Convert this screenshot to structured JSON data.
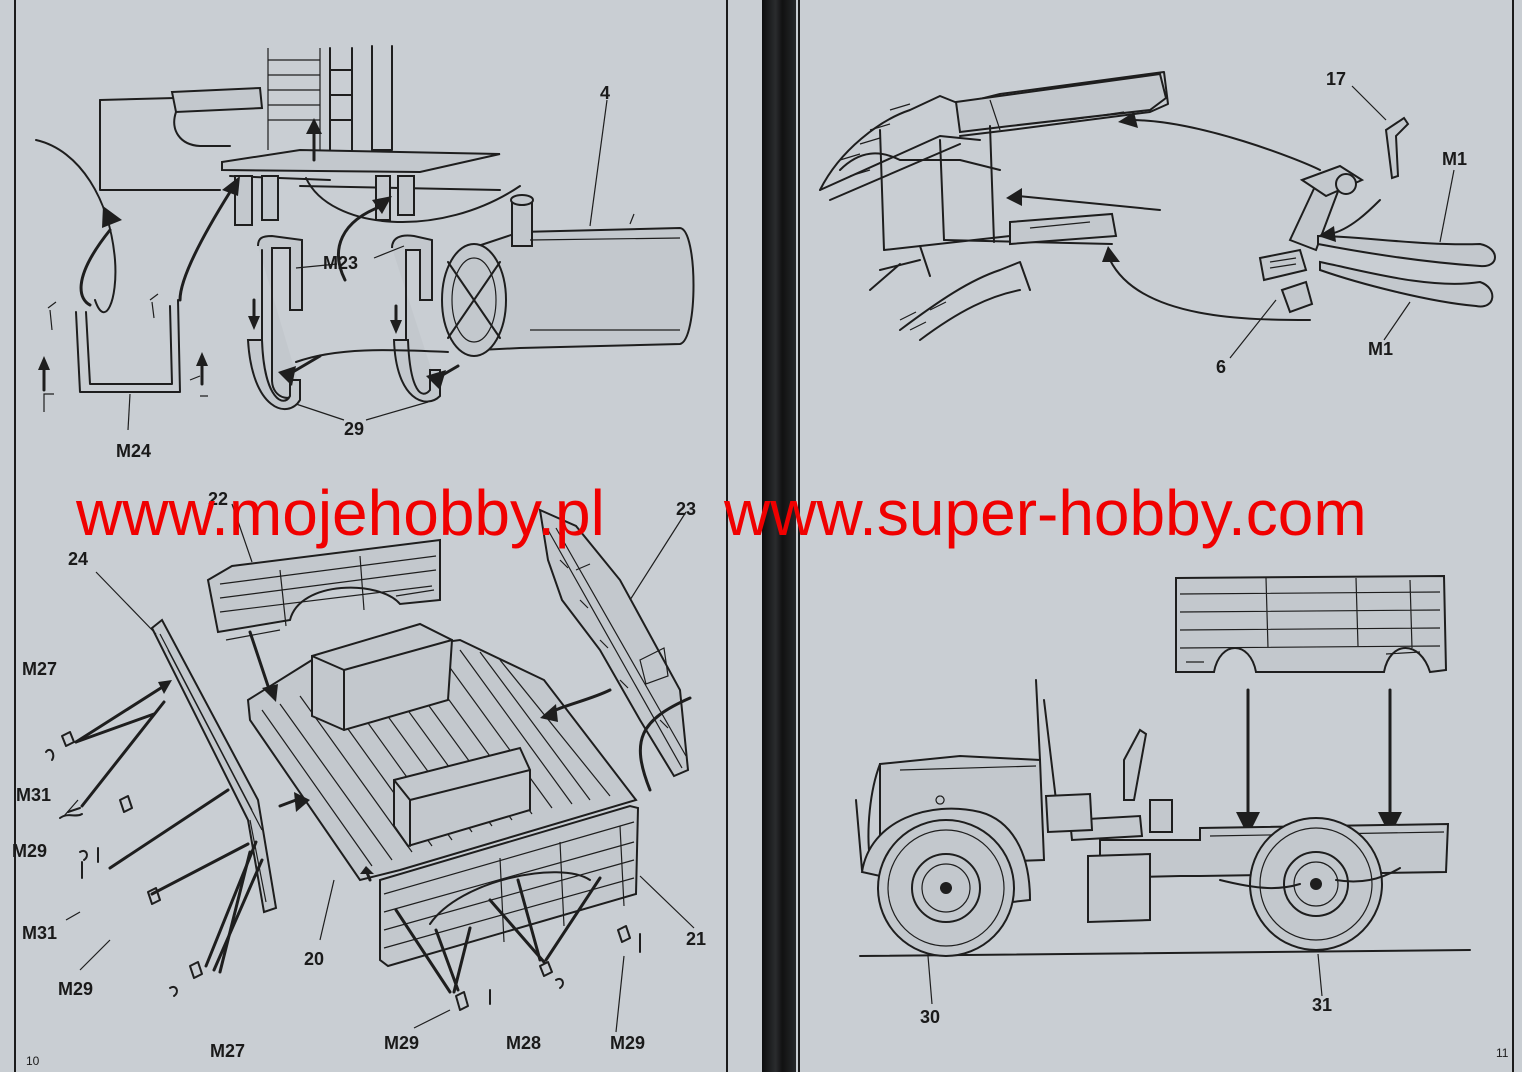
{
  "left_page": {
    "page_number": "10",
    "top_assembly": {
      "labels": [
        "4",
        "M23",
        "M24",
        "29"
      ]
    },
    "bottom_assembly": {
      "labels": [
        "22",
        "23",
        "24",
        "M27",
        "M31",
        "M29",
        "M31",
        "M29",
        "M27",
        "20",
        "21",
        "M29",
        "M28",
        "M29"
      ]
    }
  },
  "right_page": {
    "page_number": "11",
    "top_assembly": {
      "labels": [
        "17",
        "M1",
        "M1",
        "6"
      ]
    },
    "bottom_assembly": {
      "labels": [
        "30",
        "31"
      ]
    }
  },
  "watermark": {
    "text_left": "www.mojehobby.pl",
    "text_right": "www.super-hobby.com",
    "color": "#f00000"
  }
}
